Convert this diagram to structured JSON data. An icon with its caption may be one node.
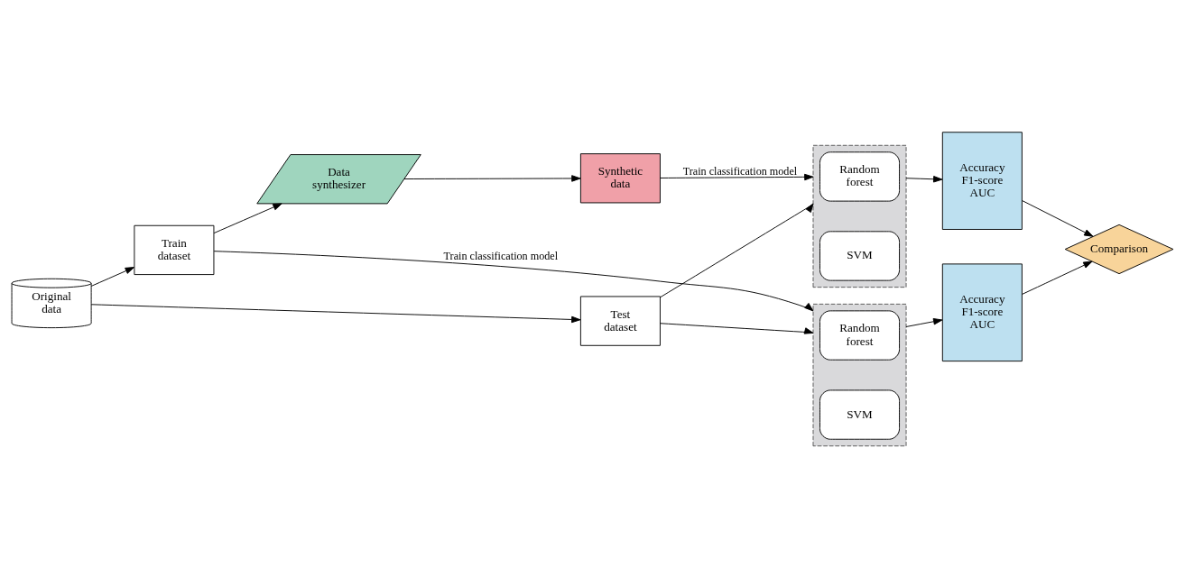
{
  "diagram": {
    "nodes": [
      {
        "text": [
          "Original data"
        ]
      },
      {
        "text": [
          "Train dataset"
        ]
      },
      {
        "text": [
          "Test dataset"
        ]
      },
      {
        "text": [
          "Data synthesizer"
        ]
      },
      {
        "text": [
          "Synthetic data"
        ]
      },
      {
        "text": [],
        "shape": "box"
      },
      {
        "text": [
          "Random forest"
        ],
        "in": 5
      },
      {
        "text": [
          "SVM"
        ],
        "in": 5
      },
      {
        "text": [
          "Accuracy F1-score AUC"
        ]
      },
      {
        "text": [
          "Accuracy F1-score AUC"
        ]
      },
      {
        "text": [
          "Comparison"
        ]
      },
      {
        "text": [],
        "shape": "box"
      },
      {
        "text": [
          "Random forest"
        ],
        "in": 11
      },
      {
        "text": [
          "SVM"
        ],
        "in": 11
      }
    ],
    "edges": [
      {
        "from": 0,
        "to": 1,
        "arrow": "to"
      },
      {
        "from": 0,
        "to": 2,
        "arrow": "to"
      },
      {
        "from": 1,
        "to": 3,
        "arrow": "to"
      },
      {
        "from": 3,
        "to": 4,
        "arrow": "to"
      },
      {
        "from": 1,
        "to": 5,
        "arrow": "to",
        "label": "Train classification model"
      },
      {
        "from": 4,
        "to": 11,
        "arrow": "to",
        "label": "Train classification model"
      },
      {
        "from": 2,
        "to": 5,
        "arrow": "to"
      },
      {
        "from": 2,
        "to": 11,
        "arrow": "to"
      },
      {
        "from": 5,
        "to": 8,
        "arrow": "to"
      },
      {
        "from": 11,
        "to": 9,
        "arrow": "to"
      },
      {
        "from": 8,
        "to": 10,
        "arrow": "to"
      },
      {
        "from": 9,
        "to": 10,
        "arrow": "to"
      }
    ]
  }
}
